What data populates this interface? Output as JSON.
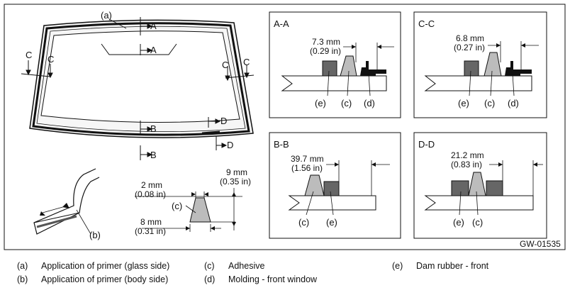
{
  "figure_code": "GW-01535",
  "overview": {
    "callout_a": "(a)",
    "section_marks": [
      "A",
      "A",
      "B",
      "B",
      "C",
      "C",
      "D",
      "D"
    ]
  },
  "inset": {
    "callout_b": "(b)"
  },
  "bead": {
    "callout": "(c)",
    "top_width": "2 mm",
    "top_width_in": "(0.08 in)",
    "height": "9 mm",
    "height_in": "(0.35 in)",
    "bottom_width": "8 mm",
    "bottom_width_in": "(0.31 in)"
  },
  "sections": [
    {
      "title": "A-A",
      "dim": "7.3 mm",
      "dim_in": "(0.29 in)",
      "labels": [
        "(e)",
        "(c)",
        "(d)"
      ]
    },
    {
      "title": "C-C",
      "dim": "6.8 mm",
      "dim_in": "(0.27 in)",
      "labels": [
        "(e)",
        "(c)",
        "(d)"
      ]
    },
    {
      "title": "B-B",
      "dim": "39.7 mm",
      "dim_in": "(1.56 in)",
      "labels": [
        "(c)",
        "(e)"
      ]
    },
    {
      "title": "D-D",
      "dim": "21.2 mm",
      "dim_in": "(0.83 in)",
      "labels": [
        "(e)",
        "(c)"
      ]
    }
  ],
  "legend": [
    {
      "key": "(a)",
      "text": "Application of primer (glass side)"
    },
    {
      "key": "(b)",
      "text": "Application of primer (body side)"
    },
    {
      "key": "(c)",
      "text": "Adhesive"
    },
    {
      "key": "(d)",
      "text": "Molding - front window"
    },
    {
      "key": "(e)",
      "text": "Dam rubber - front"
    }
  ]
}
